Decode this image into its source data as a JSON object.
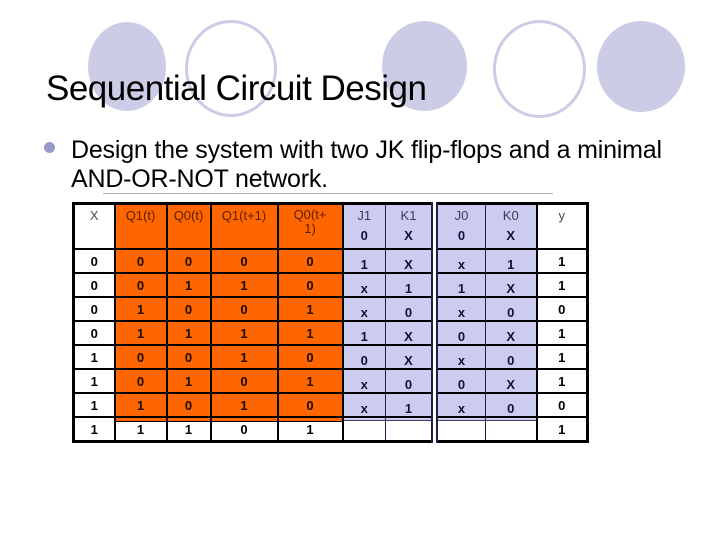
{
  "slide": {
    "title": "Sequential Circuit Design",
    "bullet": {
      "line1": "Design the system with two JK flip-flops and a minimal",
      "line2": "AND-OR-NOT network."
    }
  },
  "table": {
    "headers": [
      "X",
      "Q1(t)",
      "Q0(t)",
      "Q1(t+1)",
      "Q0(t+1)",
      "J1",
      "K1",
      "J0",
      "K0",
      "y"
    ],
    "header_jk_values": [
      "0",
      "X",
      "0",
      "X"
    ],
    "rows": [
      [
        "0",
        "0",
        "0",
        "0",
        "0",
        "1",
        "X",
        "x",
        "1",
        "1"
      ],
      [
        "0",
        "0",
        "1",
        "1",
        "0",
        "x",
        "1",
        "1",
        "X",
        "1"
      ],
      [
        "0",
        "1",
        "0",
        "0",
        "1",
        "x",
        "0",
        "x",
        "0",
        "0"
      ],
      [
        "0",
        "1",
        "1",
        "1",
        "1",
        "1",
        "X",
        "0",
        "X",
        "1"
      ],
      [
        "1",
        "0",
        "0",
        "1",
        "0",
        "0",
        "X",
        "x",
        "0",
        "1"
      ],
      [
        "1",
        "0",
        "1",
        "0",
        "1",
        "x",
        "0",
        "0",
        "X",
        "1"
      ],
      [
        "1",
        "1",
        "0",
        "1",
        "0",
        "x",
        "1",
        "x",
        "0",
        "0"
      ],
      [
        "1",
        "1",
        "1",
        "0",
        "1",
        "",
        "",
        "",
        "",
        "1"
      ]
    ]
  },
  "colors": {
    "orange": "#FF6600",
    "lavender": "#CCCCF0",
    "circle_fill": "#CCCCE6",
    "bullet_dot": "#9999CC",
    "grid": "#000000"
  }
}
